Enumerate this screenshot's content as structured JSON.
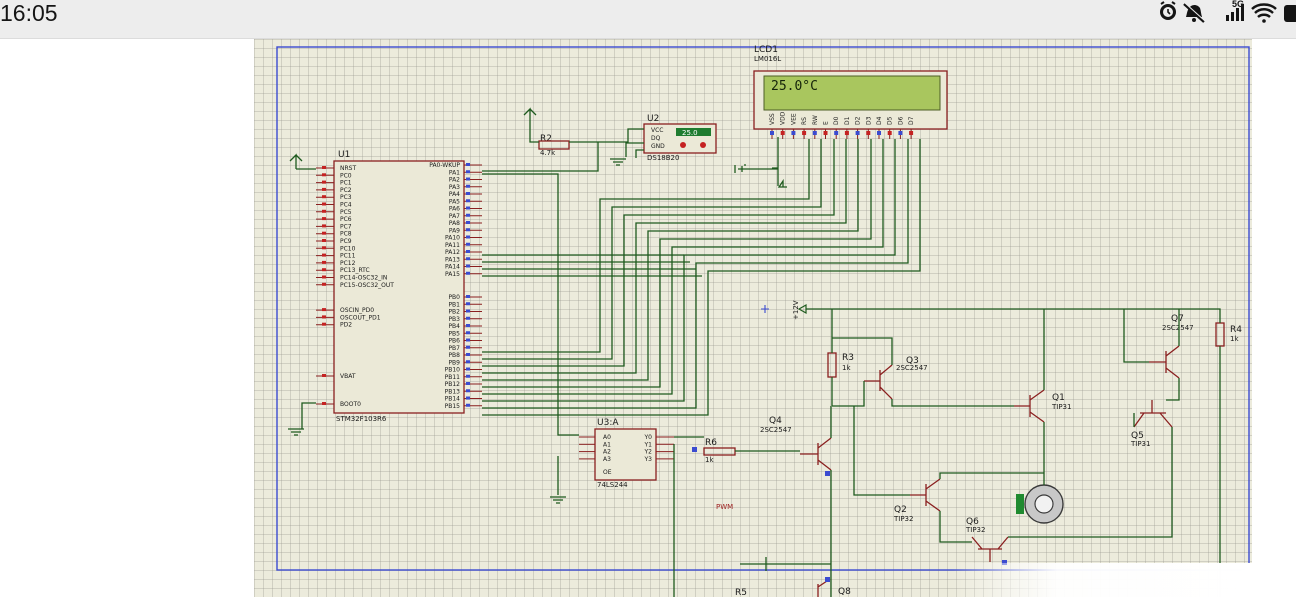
{
  "status_bar": {
    "time": "16:05",
    "network_label": "5G",
    "icons": [
      "alarm-icon",
      "mute-icon",
      "signal-icon",
      "wifi-icon",
      "battery-icon"
    ]
  },
  "schematic": {
    "components": {
      "lcd": {
        "ref": "LCD1",
        "part": "LM016L",
        "display": "25.0°C",
        "pins": [
          "VSS",
          "VDD",
          "VEE",
          "RS",
          "RW",
          "E",
          "D0",
          "D1",
          "D2",
          "D3",
          "D4",
          "D5",
          "D6",
          "D7"
        ]
      },
      "sensor": {
        "ref": "U2",
        "part": "DS18B20",
        "pins": [
          "VCC",
          "DQ",
          "GND"
        ],
        "reading": "25.0"
      },
      "r2": {
        "ref": "R2",
        "value": "4.7k"
      },
      "mcu": {
        "ref": "U1",
        "part": "STM32F103R6",
        "left_pins": [
          "NRST",
          "PC0",
          "PC1",
          "PC2",
          "PC3",
          "PC4",
          "PC5",
          "PC6",
          "PC7",
          "PC8",
          "PC9",
          "PC10",
          "PC11",
          "PC12",
          "PC13_RTC",
          "PC14-OSC32_IN",
          "PC15-OSC32_OUT",
          "OSCIN_PD0",
          "OSCOUT_PD1",
          "PD2",
          "VBAT",
          "BOOT0"
        ],
        "right_pins_a": [
          "PA0-WKUP",
          "PA1",
          "PA2",
          "PA3",
          "PA4",
          "PA5",
          "PA6",
          "PA7",
          "PA8",
          "PA9",
          "PA10",
          "PA11",
          "PA12",
          "PA13",
          "PA14",
          "PA15"
        ],
        "right_pins_b": [
          "PB0",
          "PB1",
          "PB2",
          "PB3",
          "PB4",
          "PB5",
          "PB6",
          "PB7",
          "PB8",
          "PB9",
          "PB10",
          "PB11",
          "PB12",
          "PB13",
          "PB14",
          "PB15"
        ]
      },
      "buffer": {
        "ref": "U3:A",
        "part": "74LS244",
        "inputs": [
          "A0",
          "A1",
          "A2",
          "A3"
        ],
        "outputs": [
          "Y0",
          "Y1",
          "Y2",
          "Y3"
        ],
        "enable": "OE"
      },
      "r6": {
        "ref": "R6",
        "value": "1k"
      },
      "r3": {
        "ref": "R3",
        "value": "1k"
      },
      "r4": {
        "ref": "R4",
        "value": "1k"
      },
      "r5": {
        "ref": "R5"
      },
      "q1": {
        "ref": "Q1",
        "part": "TIP31"
      },
      "q2": {
        "ref": "Q2",
        "part": "TIP32"
      },
      "q3": {
        "ref": "Q3",
        "part": "2SC2547"
      },
      "q4": {
        "ref": "Q4",
        "part": "2SC2547"
      },
      "q5": {
        "ref": "Q5",
        "part": "TIP31"
      },
      "q6": {
        "ref": "Q6",
        "part": "TIP32"
      },
      "q7": {
        "ref": "Q7",
        "part": "2SC2547"
      },
      "q8": {
        "ref": "Q8"
      },
      "supply_label": "+12V",
      "pwm_label": "PWM"
    }
  }
}
